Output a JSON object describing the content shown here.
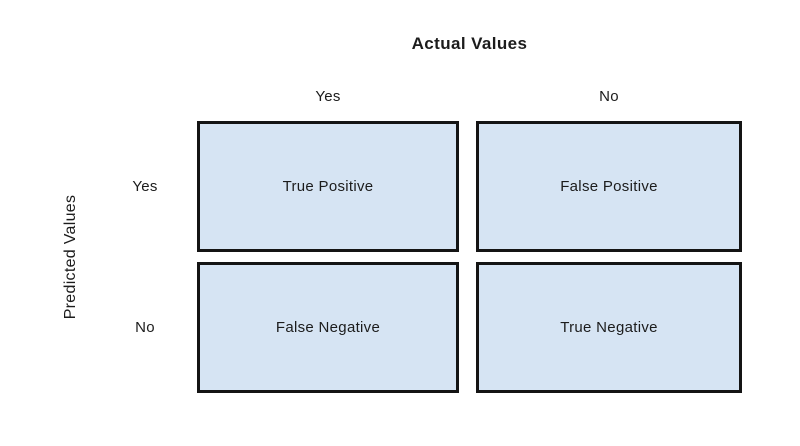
{
  "diagram": {
    "title": "Actual Values",
    "y_axis_label": "Predicted Values",
    "column_headers": [
      "Yes",
      "No"
    ],
    "row_headers": [
      "Yes",
      "No"
    ],
    "cells": [
      [
        "True Positive",
        "False Positive"
      ],
      [
        "False Negative",
        "True Negative"
      ]
    ],
    "colors": {
      "cell_fill": "#d6e4f3",
      "cell_border": "#141414",
      "text": "#1c1c1c",
      "background": "#ffffff"
    }
  }
}
